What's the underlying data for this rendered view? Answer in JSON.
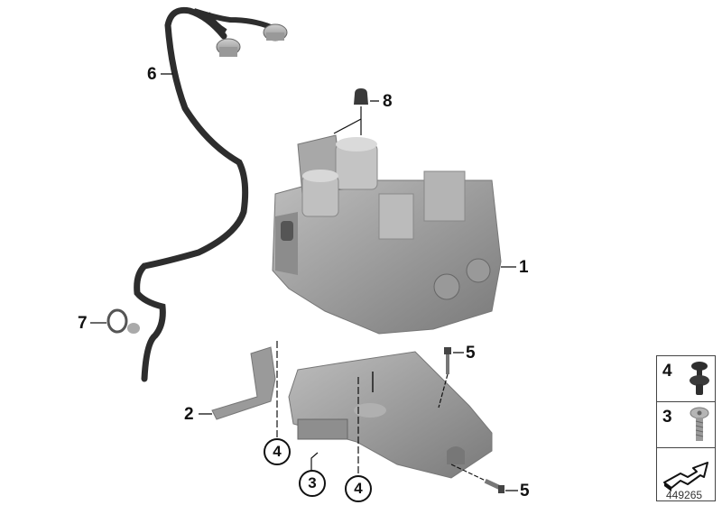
{
  "diagram": {
    "type": "exploded-parts-diagram",
    "subject": "ABS hydraulic unit with bracket and brake line",
    "image_number": "449265",
    "callouts": [
      {
        "id": "1",
        "label": "1",
        "part": "hydraulic-unit"
      },
      {
        "id": "2",
        "label": "2",
        "part": "bracket"
      },
      {
        "id": "3",
        "label": "3",
        "part": "screw",
        "circled": true
      },
      {
        "id": "4a",
        "label": "4",
        "part": "rivet-clip",
        "circled": true
      },
      {
        "id": "4b",
        "label": "4",
        "part": "rivet-clip",
        "circled": true
      },
      {
        "id": "5a",
        "label": "5",
        "part": "bolt"
      },
      {
        "id": "5b",
        "label": "5",
        "part": "bolt"
      },
      {
        "id": "6",
        "label": "6",
        "part": "brake-line"
      },
      {
        "id": "7",
        "label": "7",
        "part": "hose-clamp"
      },
      {
        "id": "8",
        "label": "8",
        "part": "cap"
      }
    ],
    "legend": [
      {
        "label": "4",
        "icon": "rivet-clip-icon"
      },
      {
        "label": "3",
        "icon": "screw-icon"
      },
      {
        "label": "",
        "icon": "direction-arrow-icon"
      }
    ]
  }
}
